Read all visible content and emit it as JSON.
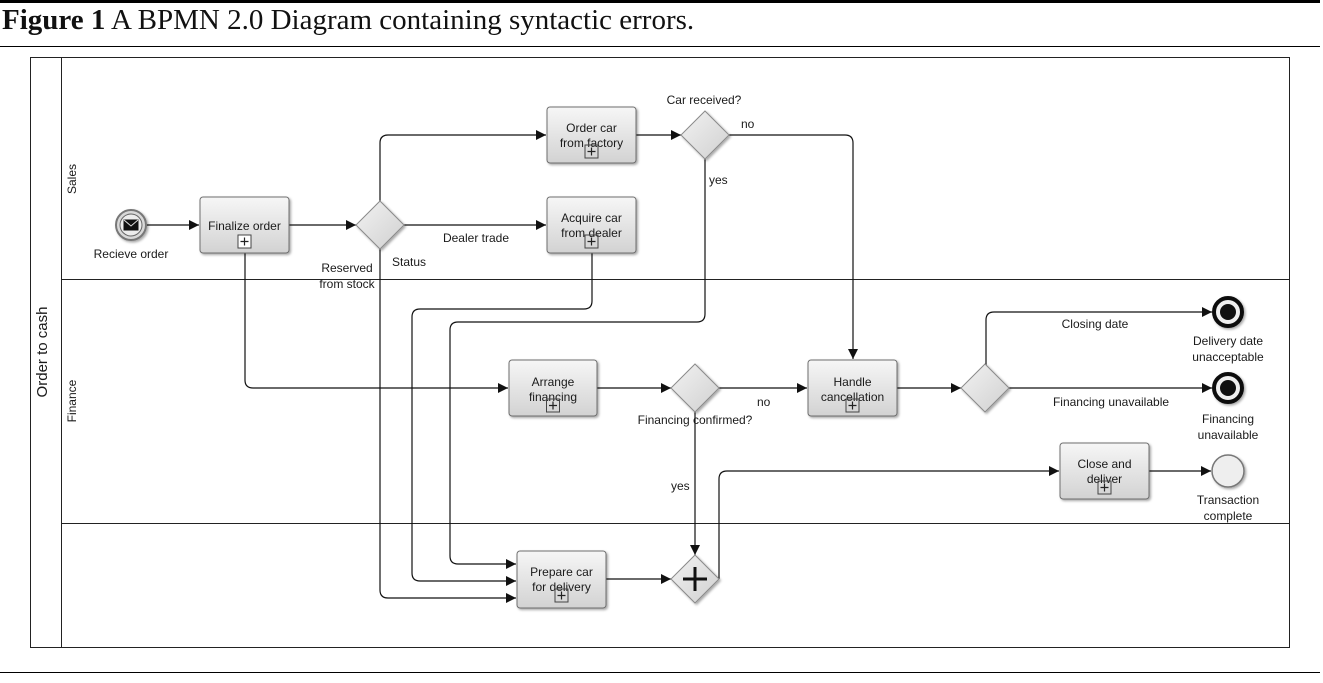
{
  "caption": {
    "figure_label": "Figure 1",
    "text": "A BPMN 2.0 Diagram containing syntactic errors."
  },
  "pool": {
    "label": "Order to cash"
  },
  "lanes": {
    "sales": "Sales",
    "finance": "Finance"
  },
  "tasks": {
    "finalize_order": [
      "Finalize order"
    ],
    "order_car": [
      "Order car",
      "from factory"
    ],
    "acquire_car": [
      "Acquire car",
      "from dealer"
    ],
    "arrange_financing": [
      "Arrange",
      "financing"
    ],
    "handle_cancellation": [
      "Handle",
      "cancellation"
    ],
    "close_deliver": [
      "Close and",
      "deliver"
    ],
    "prepare_car": [
      "Prepare car",
      "for delivery"
    ]
  },
  "events": {
    "start": "Recieve order",
    "end_delivery": [
      "Delivery date",
      "unacceptable"
    ],
    "end_financing": [
      "Financing",
      "unavailable"
    ],
    "end_transaction": [
      "Transaction",
      "complete"
    ]
  },
  "labels": {
    "car_received": "Car received?",
    "no_top": "no",
    "yes_top": "yes",
    "dealer_trade": "Dealer trade",
    "reserved": [
      "Reserved",
      "from stock"
    ],
    "status": "Status",
    "closing_date": "Closing date",
    "financing_unavailable": "Financing unavailable",
    "no_mid": "no",
    "financing_confirmed": "Financing confirmed?",
    "yes_mid": "yes"
  },
  "colors": {
    "task_fill_top": "#f6f6f6",
    "task_fill_bottom": "#d4d4d4",
    "task_stroke": "#6e6e6e",
    "gateway_fill": "#e4e4e4",
    "line": "#111111"
  }
}
